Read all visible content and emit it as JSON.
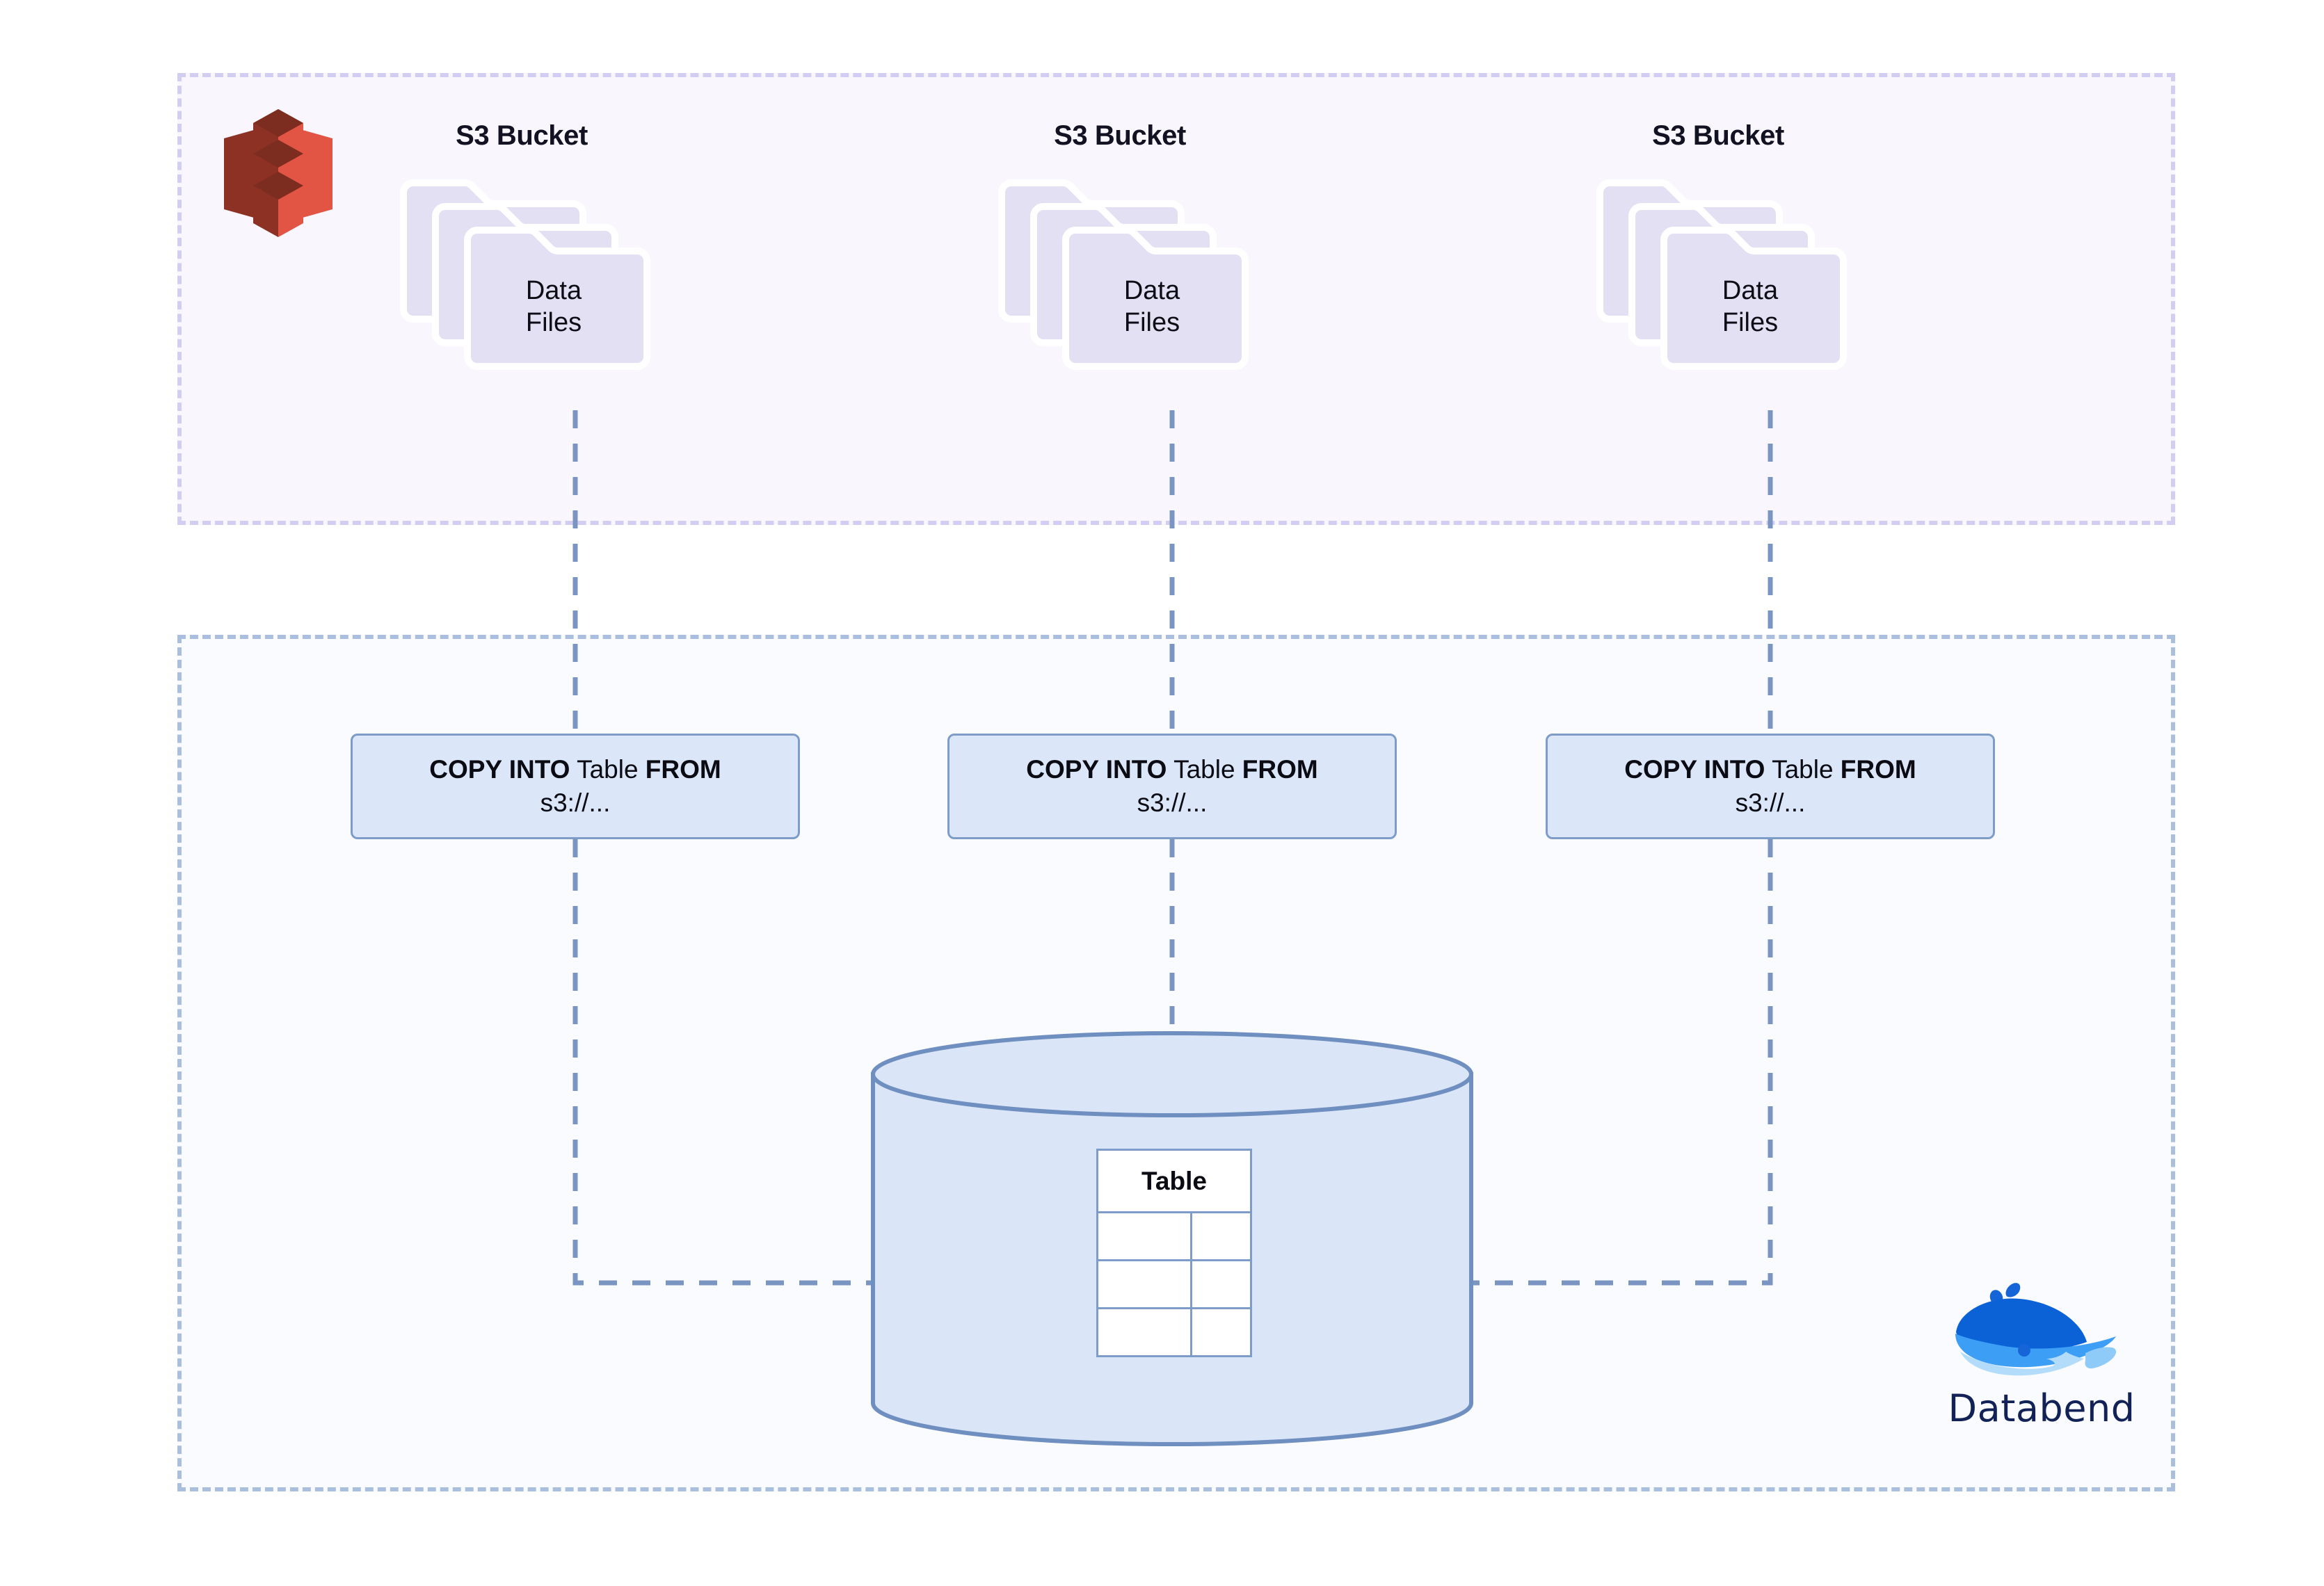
{
  "diagram": {
    "title": "Databend COPY INTO from S3 buckets",
    "colors": {
      "cloud_zone_bg": "#f9f7fd",
      "cloud_zone_border": "#d2cef2",
      "db_zone_bg": "#fafbfe",
      "db_zone_border": "#aabfde",
      "statement_fill": "#dbe7f9",
      "statement_stroke": "#7e9cc8",
      "cylinder_fill": "#dae6f7",
      "cylinder_stroke": "#6f8fc0",
      "connector": "#7a95c2",
      "folder_fill": "#e2e0f2",
      "s3_red_light": "#e25444",
      "s3_red_dark": "#8c3123",
      "brand_text": "#122257"
    }
  },
  "cloud_zone": {
    "name": "AWS S3 storage zone",
    "logo": "aws-s3-icon",
    "buckets": [
      {
        "label": "S3 Bucket",
        "folder_line1": "Data",
        "folder_line2": "Files"
      },
      {
        "label": "S3 Bucket",
        "folder_line1": "Data",
        "folder_line2": "Files"
      },
      {
        "label": "S3 Bucket",
        "folder_line1": "Data",
        "folder_line2": "Files"
      }
    ]
  },
  "db_zone": {
    "name": "Databend zone",
    "statements": [
      {
        "keyword1": "COPY INTO",
        "object": "Table",
        "keyword2": "FROM",
        "uri": "s3://..."
      },
      {
        "keyword1": "COPY INTO",
        "object": "Table",
        "keyword2": "FROM",
        "uri": "s3://..."
      },
      {
        "keyword1": "COPY INTO",
        "object": "Table",
        "keyword2": "FROM",
        "uri": "s3://..."
      }
    ],
    "storage": {
      "shape": "cylinder",
      "table": {
        "header": "Table",
        "rows": [
          [
            "",
            ""
          ],
          [
            "",
            ""
          ],
          [
            "",
            ""
          ]
        ]
      }
    },
    "brand": {
      "name": "Databend",
      "logo": "whale-icon"
    }
  }
}
